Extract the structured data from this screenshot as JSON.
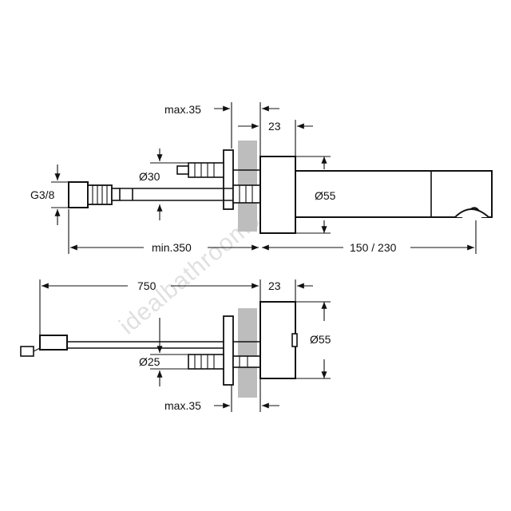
{
  "watermark": "idealbathrooms.com",
  "top_view": {
    "max_depth": "max.35",
    "plate_offset": "23",
    "inlet_diameter": "Ø30",
    "thread_size": "G3/8",
    "body_diameter": "Ø55",
    "hose_length": "min.350",
    "spout_length": "150 / 230"
  },
  "bottom_view": {
    "cable_length": "750",
    "plate_offset": "23",
    "body_diameter": "Ø55",
    "inlet_diameter": "Ø25",
    "max_depth": "max.35"
  }
}
